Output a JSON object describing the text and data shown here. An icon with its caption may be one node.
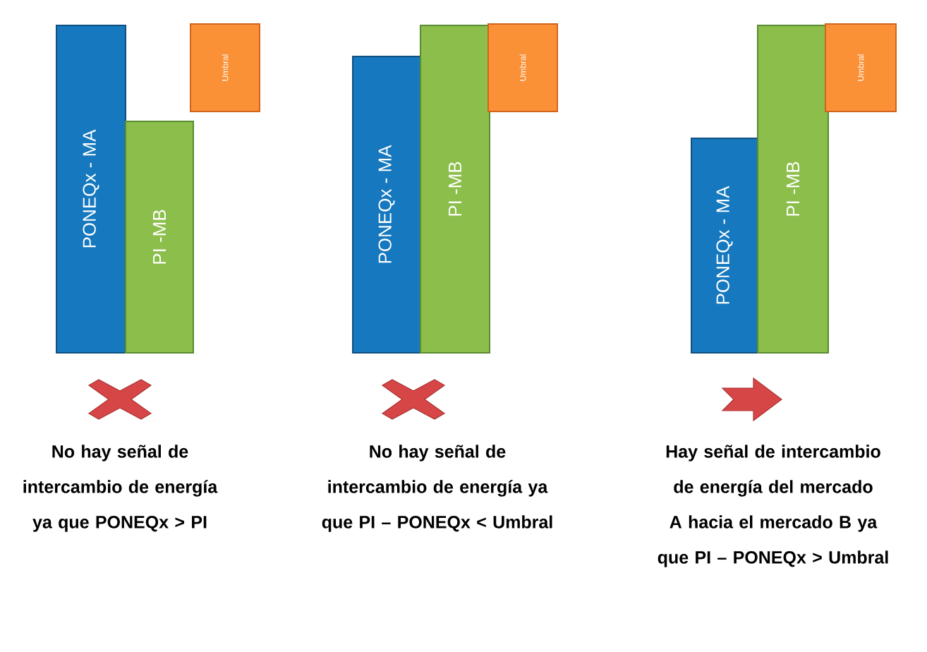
{
  "diagram": {
    "nodes": [
      {
        "text": [
          "PONEQx - MA"
        ]
      },
      {
        "text": [
          "PI -MB"
        ]
      },
      {
        "text": [
          "Umbral"
        ]
      },
      {
        "text": [
          "PONEQx - MA"
        ]
      },
      {
        "text": [
          "PI -MB"
        ]
      },
      {
        "text": [
          "Umbral"
        ]
      },
      {
        "text": [
          "PONEQx - MA"
        ]
      },
      {
        "text": [
          "PI -MB"
        ]
      },
      {
        "text": [
          "Umbral"
        ]
      }
    ],
    "labels": [
      "No hay señal de intercambio de energía ya que PONEQx > PI",
      "No hay señal de intercambio de energía ya que PI – PONEQx  < Umbral",
      "Hay señal de intercambio de energía del mercado A hacia el mercado B ya que PI – PONEQx  > Umbral"
    ]
  }
}
